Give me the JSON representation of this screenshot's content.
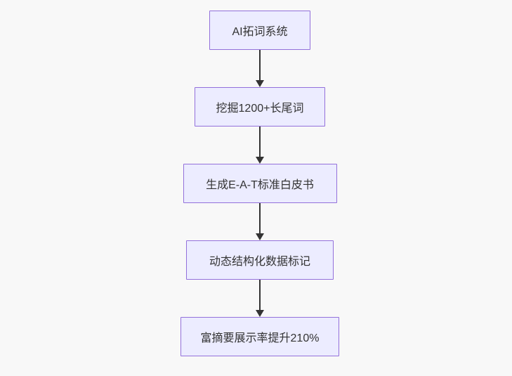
{
  "flowchart": {
    "type": "flowchart-top-down",
    "background": "#f8f8f8",
    "nodes": [
      {
        "label": "AI拓词系统"
      },
      {
        "label": "挖掘1200+长尾词"
      },
      {
        "label": "生成E-A-T标准白皮书"
      },
      {
        "label": "动态结构化数据标记"
      },
      {
        "label": "富摘要展示率提升210%"
      }
    ],
    "edges": [
      {
        "from_index": 0,
        "to_index": 1,
        "direction": "down"
      },
      {
        "from_index": 1,
        "to_index": 2,
        "direction": "down"
      },
      {
        "from_index": 2,
        "to_index": 3,
        "direction": "down"
      },
      {
        "from_index": 3,
        "to_index": 4,
        "direction": "down"
      }
    ],
    "colors": {
      "background": "#f8f8f8",
      "node_fill": "#ececff",
      "node_border": "#9370db",
      "node_text": "#333333",
      "arrow": "#333333"
    }
  }
}
